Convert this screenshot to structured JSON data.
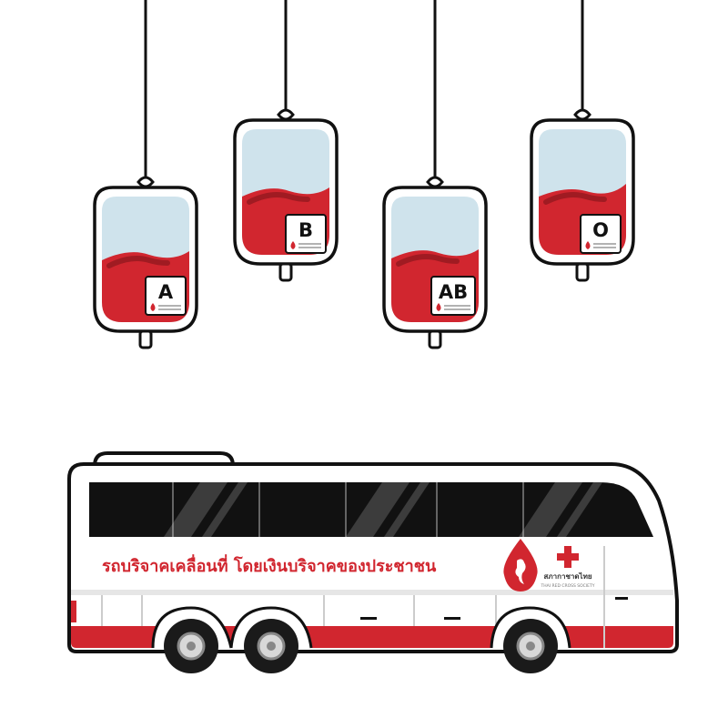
{
  "colors": {
    "blood": "#d1262f",
    "blood_dark": "#a01b22",
    "bag_fill": "#cfe3ec",
    "outline": "#111111",
    "bus_red": "#d1262f",
    "bus_body": "#ffffff",
    "window": "#111111"
  },
  "blood_bags": [
    {
      "type": "A",
      "fill_level": 0.62
    },
    {
      "type": "B",
      "fill_level": 0.58
    },
    {
      "type": "AB",
      "fill_level": 0.6
    },
    {
      "type": "O",
      "fill_level": 0.56
    }
  ],
  "bus": {
    "slogan": "รถบริจาคเคลื่อนที่ โดยเงินบริจาคของประชาชน",
    "logo_name": "สภากาชาดไทย",
    "logo_subtitle": "THAI RED CROSS SOCIETY",
    "blood_drop_icon": "blood-drop-map-icon",
    "cross_icon": "red-cross-icon"
  }
}
